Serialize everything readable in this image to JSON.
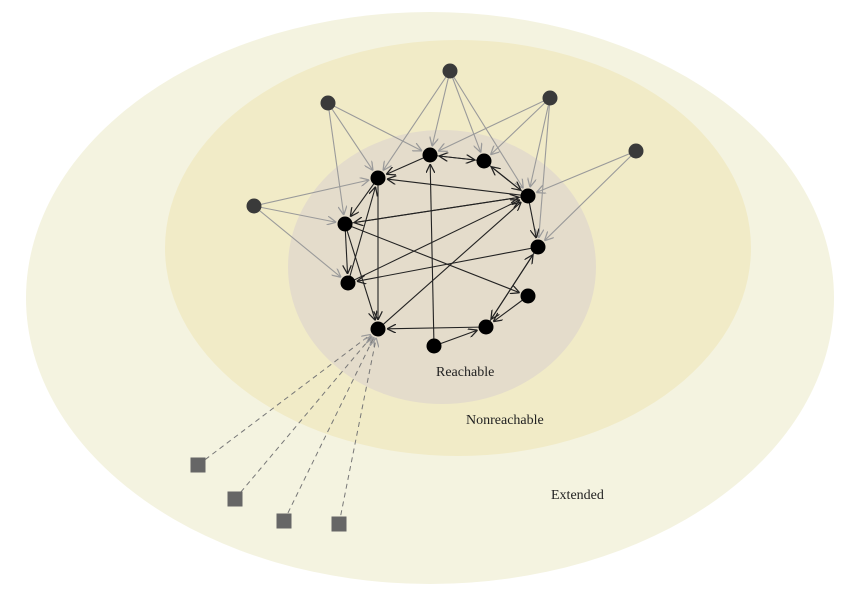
{
  "labels": {
    "reachable": "Reachable",
    "nonreachable": "Nonreachable",
    "extended": "Extended"
  },
  "colors": {
    "extended_zone": "#f4f3e0",
    "nonreachable_zone": "#f1ebc7",
    "reachable_zone": "#e4dccb",
    "core_node": "#000000",
    "outer_node": "#3a3a3a",
    "extended_node": "#666666",
    "core_edge": "#222222",
    "outer_edge": "#9a9a9a",
    "extended_edge": "#777777"
  }
}
